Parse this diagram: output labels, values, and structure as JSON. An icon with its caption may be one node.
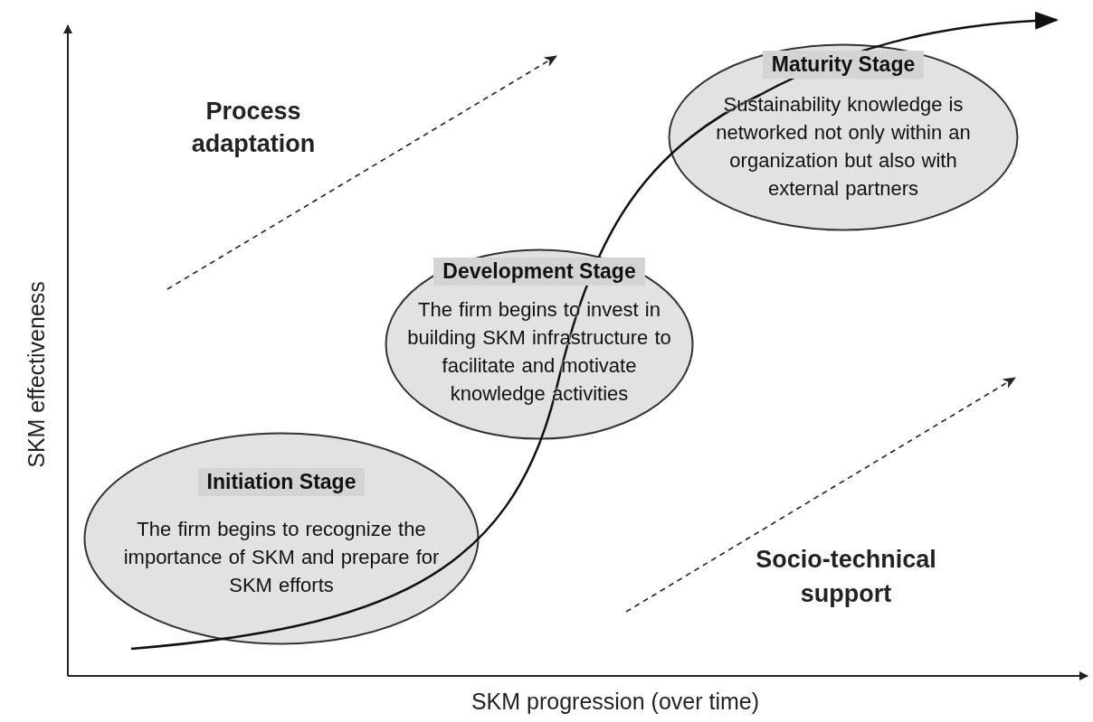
{
  "diagram": {
    "nodes": [
      {
        "text": [
          "Maturity Stage",
          "Sustainability knowledge is networked not only within an organization but also with external partners"
        ]
      },
      {
        "text": [
          "Development Stage",
          "The firm begins to invest in building SKM infrastructure to facilitate and motivate knowledge activities"
        ]
      },
      {
        "text": [
          "Initiation Stage",
          "The firm begins to recognize the importance of SKM and prepare for SKM efforts"
        ]
      }
    ],
    "edges": [],
    "labels": [
      "Process adaptation",
      "SKM effectiveness",
      "Socio-technical support",
      "SKM progression (over time)"
    ]
  }
}
